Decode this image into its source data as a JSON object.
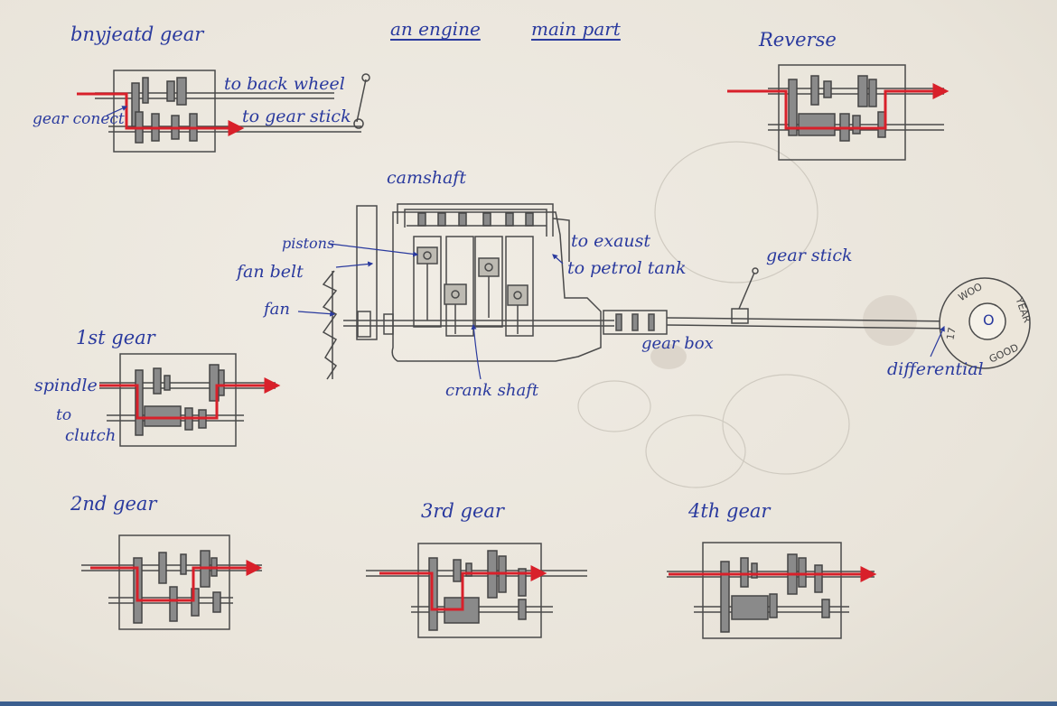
{
  "labels": {
    "neutral_gear": "bnyjeatd gear",
    "an_engine": "an engine",
    "main_part": "main part",
    "reverse": "Reverse",
    "to_back_wheel": "to back wheel",
    "gear_conect": "gear conect",
    "to_gear_stick": "to gear stick",
    "camshaft": "camshaft",
    "pistons": "pistons",
    "fan_belt": "fan belt",
    "fan": "fan",
    "to_exaust": "to exaust",
    "to_petrol_tank": "to petrol tank",
    "gear_stick": "gear stick",
    "gear_box": "gear box",
    "differential": "differential",
    "crank_shaft": "crank shaft",
    "first_gear": "1st gear",
    "spindle": "spindle",
    "to": "to",
    "clutch": "clutch",
    "second_gear": "2nd gear",
    "third_gear": "3rd gear",
    "fourth_gear": "4th gear"
  },
  "tyre": {
    "line1": "GOOD",
    "line2": "YEAR",
    "line3": "17",
    "line4": "WOO",
    "center": "O"
  },
  "colors": {
    "ink": "#2a3a9e",
    "pencil": "#4a4a4a",
    "path": "#d8202a",
    "paper": "#ece8df"
  }
}
